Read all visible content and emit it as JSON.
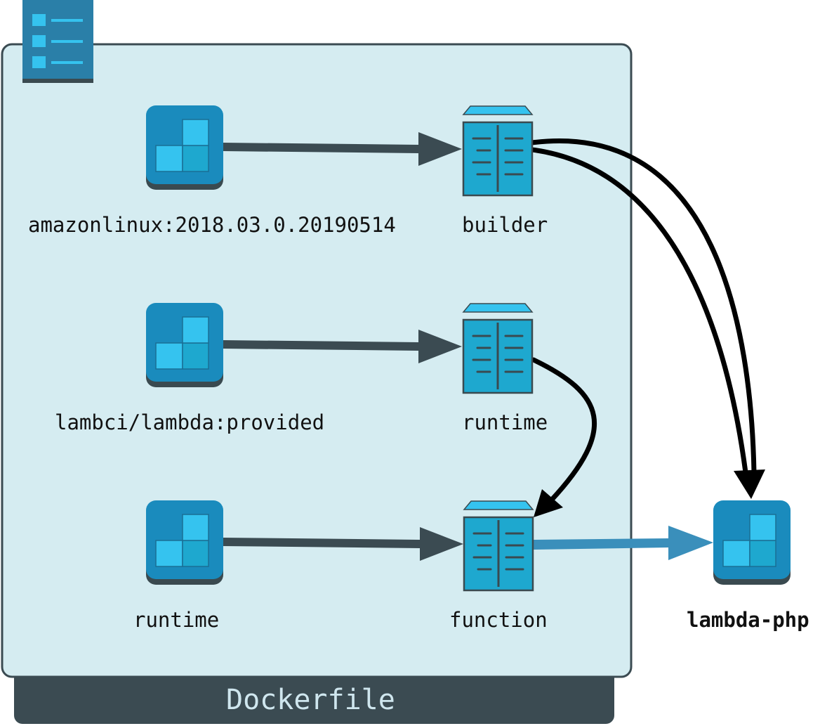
{
  "container": {
    "footer_label": "Dockerfile",
    "colors": {
      "fill": "#d5ecf1",
      "border": "#3b4b52",
      "footer": "#3b4b52"
    }
  },
  "nodes": {
    "base_amazonlinux": {
      "label": "amazonlinux:2018.03.0.20190514",
      "kind": "image"
    },
    "stage_builder": {
      "label": "builder",
      "kind": "stage"
    },
    "base_lambci": {
      "label": "lambci/lambda:provided",
      "kind": "image"
    },
    "stage_runtime": {
      "label": "runtime",
      "kind": "stage"
    },
    "base_runtime": {
      "label": "runtime",
      "kind": "image"
    },
    "stage_function": {
      "label": "function",
      "kind": "stage"
    },
    "output_lambda_php": {
      "label": "lambda-php",
      "kind": "image"
    }
  },
  "edges": [
    {
      "from": "base_amazonlinux",
      "to": "stage_builder",
      "style": "from"
    },
    {
      "from": "base_lambci",
      "to": "stage_runtime",
      "style": "from"
    },
    {
      "from": "base_runtime",
      "to": "stage_function",
      "style": "from"
    },
    {
      "from": "stage_builder",
      "to": "output_lambda_php",
      "style": "copy"
    },
    {
      "from": "stage_builder",
      "to": "output_lambda_php",
      "style": "copy"
    },
    {
      "from": "stage_runtime",
      "to": "stage_function",
      "style": "copy"
    },
    {
      "from": "stage_function",
      "to": "output_lambda_php",
      "style": "build"
    }
  ],
  "colors": {
    "icon_dark": "#1a8bbd",
    "icon_light": "#35c3ef",
    "icon_mid": "#1ea8cf",
    "icon_shadow": "#3a4a50",
    "arrow_from": "#3b4b52",
    "arrow_copy": "#000000",
    "arrow_build": "#3a8fbb"
  },
  "icons": {
    "dockerfile": "document-list-icon",
    "image": "docker-image-icon",
    "stage": "build-stage-icon"
  }
}
